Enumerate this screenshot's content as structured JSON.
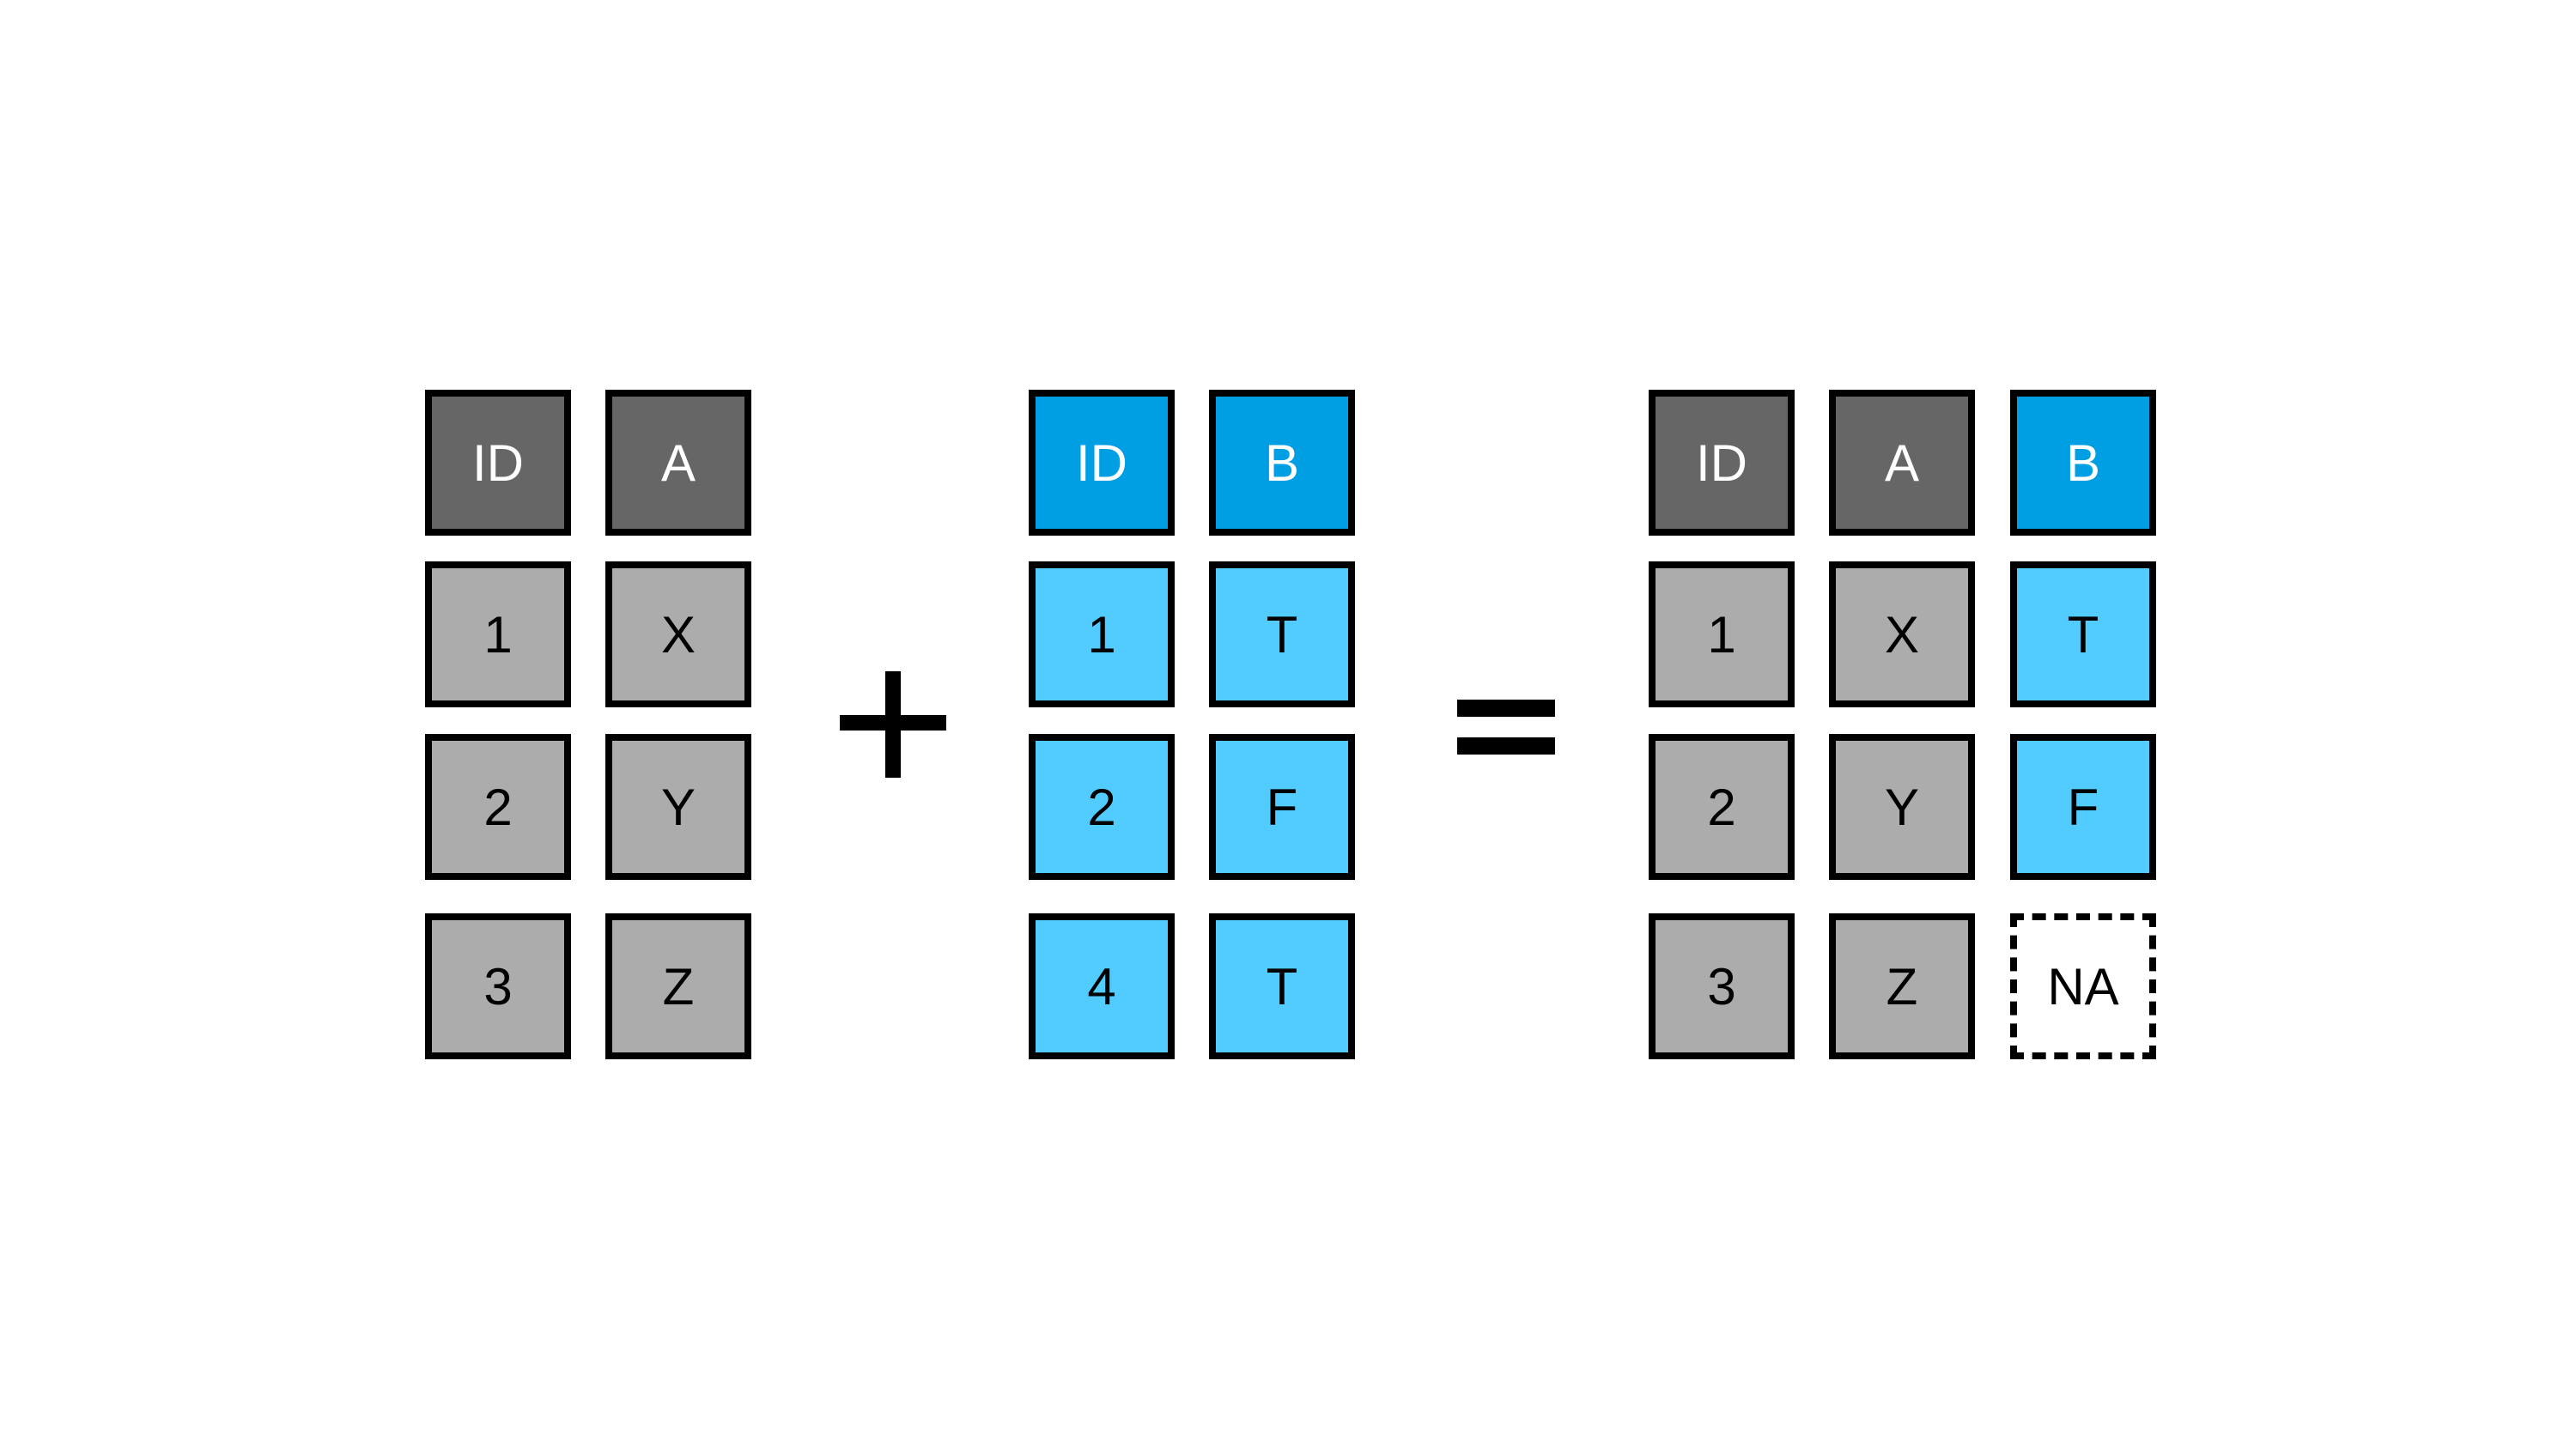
{
  "colors": {
    "header_gray": "#666666",
    "cell_gray": "#acacac",
    "header_blue": "#009fe3",
    "cell_blue": "#52cbff",
    "border": "#000000"
  },
  "left_table": {
    "headers": [
      "ID",
      "A"
    ],
    "rows": [
      [
        "1",
        "X"
      ],
      [
        "2",
        "Y"
      ],
      [
        "3",
        "Z"
      ]
    ]
  },
  "right_table": {
    "headers": [
      "ID",
      "B"
    ],
    "rows": [
      [
        "1",
        "T"
      ],
      [
        "2",
        "F"
      ],
      [
        "4",
        "T"
      ]
    ]
  },
  "result_table": {
    "headers": [
      "ID",
      "A",
      "B"
    ],
    "rows": [
      [
        "1",
        "X",
        "T"
      ],
      [
        "2",
        "Y",
        "F"
      ],
      [
        "3",
        "Z",
        "NA"
      ]
    ]
  },
  "operators": {
    "plus": "plus-icon",
    "equals": "equals-icon"
  }
}
